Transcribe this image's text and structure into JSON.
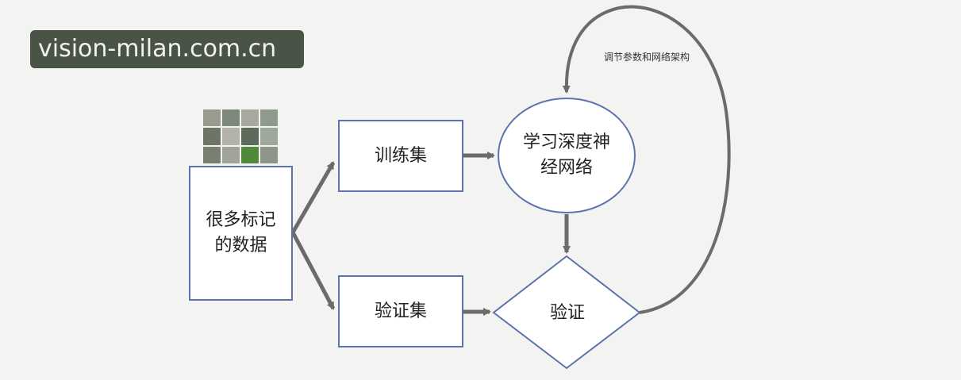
{
  "watermark": {
    "text": "vision-milan.com.cn"
  },
  "nodes": {
    "data": "很多标记的数据",
    "train_set": "训练集",
    "val_set": "验证集",
    "learn": "学习深度神经网络",
    "validate": "验证"
  },
  "loop_label": "调节参数和网络架构",
  "colors": {
    "box_border": "#5d73b0",
    "arrow": "#6b6b6b",
    "watermark_bg": "#4a5446"
  },
  "thumbnails": {
    "colors": [
      "#9a9a8e",
      "#7d8a7a",
      "#a8a8a0",
      "#8f9a8a",
      "#6e7566",
      "#b3b3aa",
      "#5f6b5a",
      "#9ca89a",
      "#7a8070",
      "#a0a49a",
      "#4f8a3a",
      "#8e968a"
    ]
  }
}
